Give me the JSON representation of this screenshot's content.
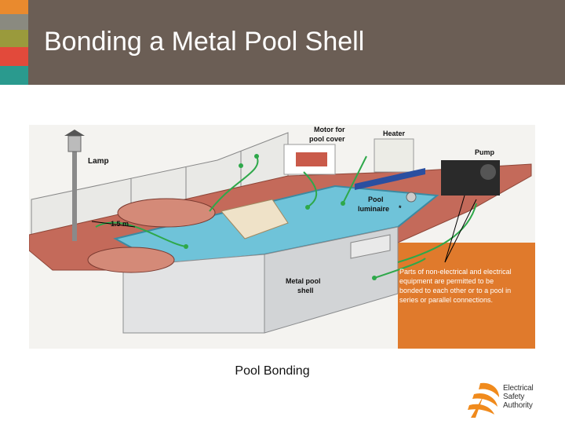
{
  "slide": {
    "title": "Bonding a Metal Pool Shell",
    "caption": "Pool Bonding"
  },
  "colors": {
    "header_bg": "#6b5e55",
    "stripe_1": "#e98a2e",
    "stripe_2": "#8a9a40",
    "stripe_3": "#e24a3b",
    "stripe_4": "#2a9a8e",
    "pool_water": "#6fc3d9",
    "deck": "#c46a5a",
    "ground": "#e07a2c",
    "bond_wire": "#2ea84a"
  },
  "diagram": {
    "labels": {
      "lamp": "Lamp",
      "motor": "Motor for\npool cover",
      "heater": "Heater",
      "pump": "Pump",
      "luminaire": "Pool\nluminaire",
      "luminaire_mark": "*",
      "distance": "1.5 m",
      "shell": "Metal pool\nshell",
      "note": "Parts of non-electrical and electrical\nequipment are permitted to be\nbonded to each other or to a pool in\nseries or parallel connections."
    }
  },
  "logo": {
    "lines": [
      "Electrical",
      "Safety",
      "Authority"
    ]
  }
}
